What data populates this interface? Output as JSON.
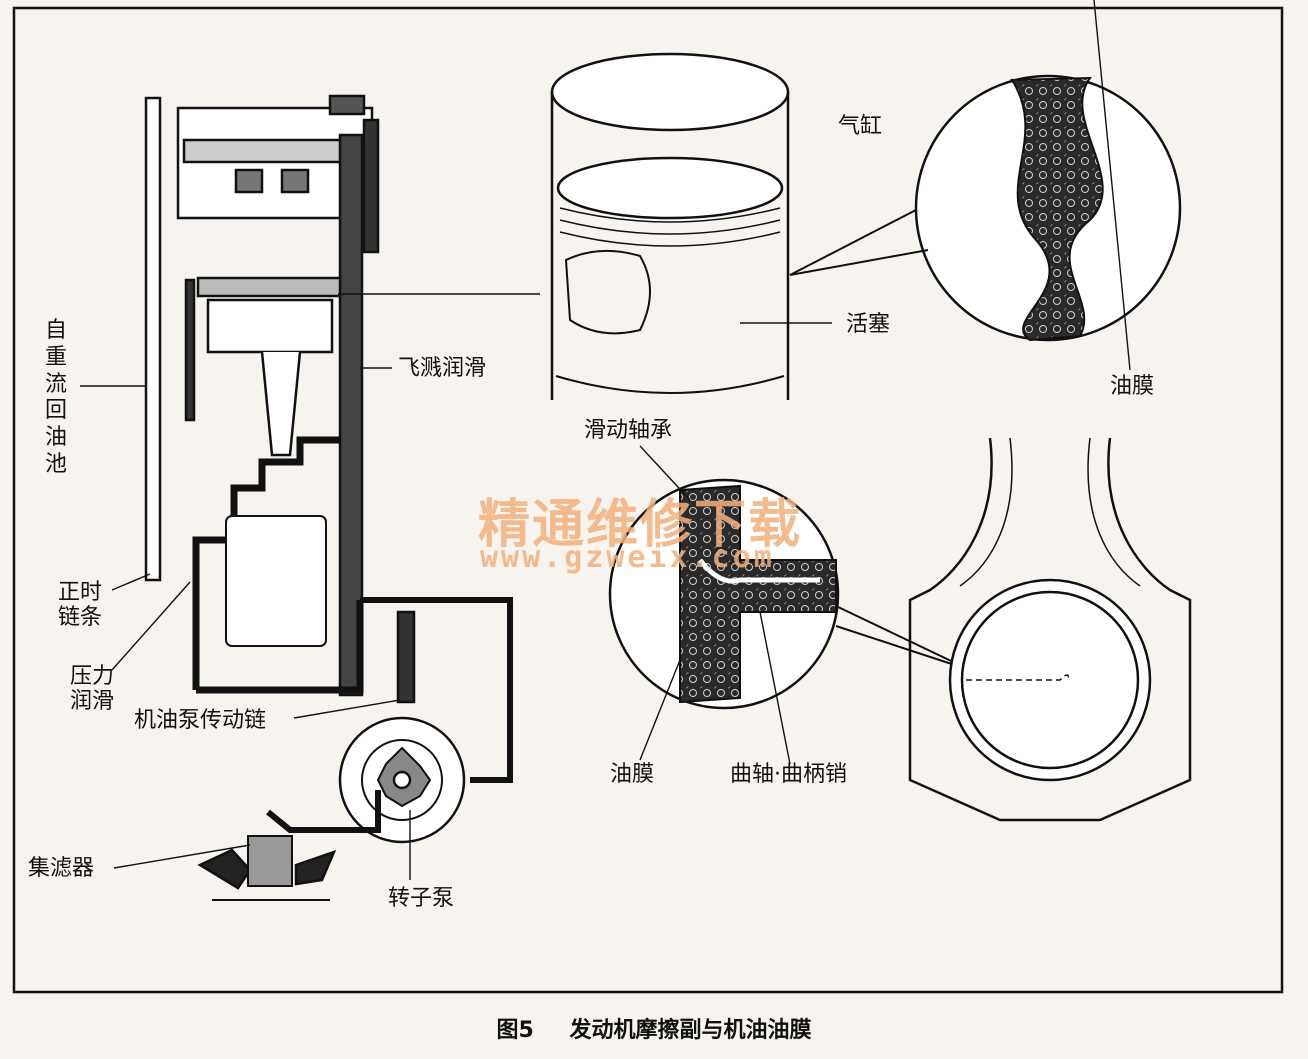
{
  "labels": {
    "cylinder": "气缸",
    "piston": "活塞",
    "oil_film_top": "油膜",
    "splash_lubrication": "飞溅润滑",
    "gravity_return": "自重流回油池",
    "timing_chain": "正时链条",
    "pressure_lubrication": "压力润滑",
    "oil_pump_drive_chain": "机油泵传动链",
    "strainer": "集滤器",
    "rotor_pump": "转子泵",
    "plain_bearing": "滑动轴承",
    "oil_film_bottom": "油膜",
    "crankshaft_pin": "曲轴·曲柄销"
  },
  "watermark": {
    "text": "精通维修下载",
    "url": "www.gzweix.com"
  },
  "caption": {
    "figure_number": "图5",
    "title": "发动机摩擦副与机油油膜"
  },
  "colors": {
    "background": "#f7f4ef",
    "ink": "#111111",
    "watermark": "#f3b07c"
  }
}
